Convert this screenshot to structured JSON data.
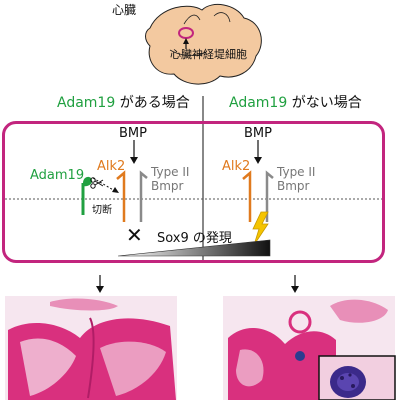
{
  "labels": {
    "heart": "心臓",
    "neural_crest_cell": "心臓神経堤細胞",
    "with_adam19_name": "Adam19",
    "with_adam19_suffix": " がある場合",
    "without_adam19_name": "Adam19",
    "without_adam19_suffix": " がない場合",
    "bmp_left": "BMP",
    "bmp_right": "BMP",
    "alk2_left": "Alk2",
    "alk2_right": "Alk2",
    "type2_left": "Type II",
    "bmpr_left": "Bmpr",
    "type2_right": "Type II",
    "bmpr_right": "Bmpr",
    "adam19_protein": "Adam19",
    "cleavage": "切断",
    "sox9_expression": "Sox9 の発現",
    "blocked_mark": "✕"
  },
  "colors": {
    "frame": "#c2257e",
    "alk2": "#e07a1e",
    "adam19": "#20a040",
    "receptor_type2": "#8a8a8a",
    "tissue": "#d9307e",
    "lightning": "#f5c400"
  }
}
